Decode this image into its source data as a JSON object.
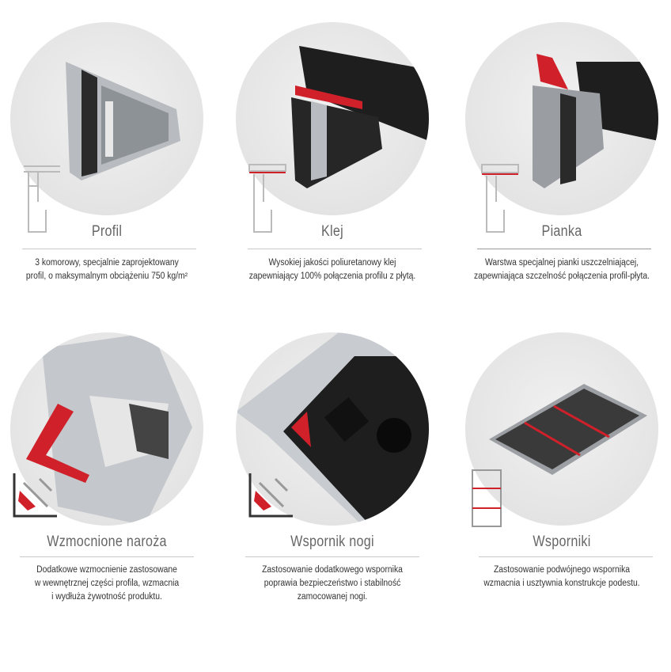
{
  "features": [
    {
      "title": "Profil",
      "desc": [
        "3 komorowy, specjalnie zaprojektowany",
        "profil, o maksymalnym obciążeniu 750 kg/m²"
      ]
    },
    {
      "title": "Klej",
      "desc": [
        "Wysokiej jakości poliuretanowy klej",
        "zapewniający 100% połączenia profilu z płytą."
      ]
    },
    {
      "title": "Pianka",
      "desc": [
        "Warstwa specjalnej pianki uszczelniającej,",
        "zapewniająca szczelność połączenia profil-płyta."
      ]
    },
    {
      "title": "Wzmocnione naroża",
      "desc": [
        "Dodatkowe wzmocnienie zastosowane",
        "w wewnętrznej części profila, wzmacnia",
        "i wydłuża żywotność produktu."
      ]
    },
    {
      "title": "Wspornik nogi",
      "desc": [
        "Zastosowanie dodatkowego wspornika",
        "poprawia bezpieczeństwo i stabilność",
        "zamocowanej nogi."
      ]
    },
    {
      "title": "Wsporniki",
      "desc": [
        "Zastosowanie podwójnego wspornika",
        "wzmacnia i usztywnia konstrukcje podestu."
      ]
    }
  ],
  "colors": {
    "accent": "#d0202a",
    "board": "#1e1e1e",
    "aluminium": "#b8bcc0"
  }
}
